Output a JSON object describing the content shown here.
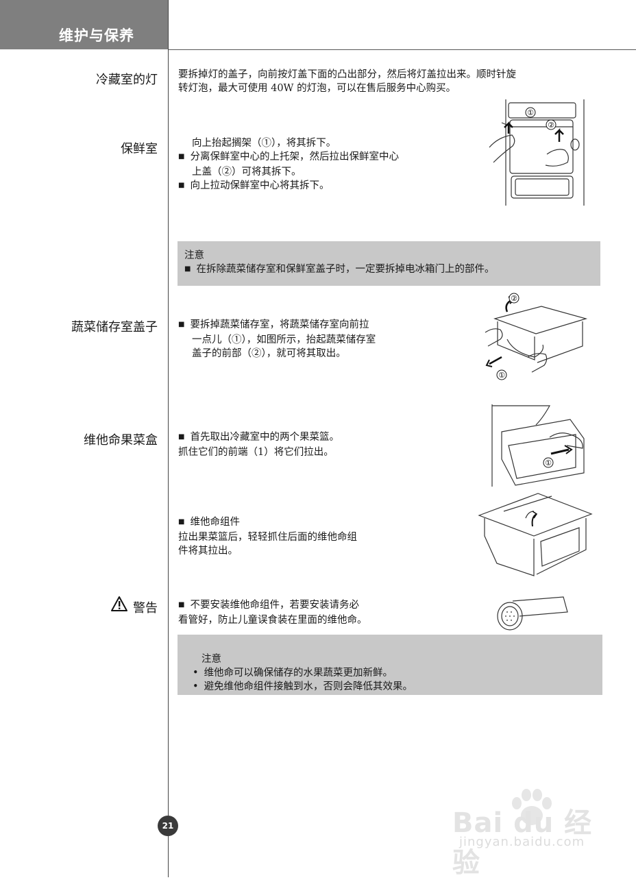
{
  "header": {
    "title": "维护与保养"
  },
  "sections": {
    "lamp": {
      "label": "冷藏室的灯",
      "lines": [
        "要拆掉灯的盖子，向前按灯盖下面的凸出部分，然后将灯盖拉出来。顺时针旋",
        "转灯泡，最大可使用 40W 的灯泡，可以在售后服务中心购买。"
      ]
    },
    "fresh": {
      "label": "保鲜室",
      "lines": [
        "向上抬起搁架（①），将其拆下。",
        "分离保鲜室中心的上托架，然后拉出保鲜室中心",
        "上盖（②）可将其拆下。",
        "向上拉动保鲜室中心将其拆下。"
      ],
      "callouts": [
        "①",
        "②"
      ]
    },
    "note1": {
      "title": "注意",
      "items": [
        "在拆除蔬菜储存室和保鲜室盖子时，一定要拆掉电冰箱门上的部件。"
      ]
    },
    "veg": {
      "label": "蔬菜储存室盖子",
      "lines": [
        "要拆掉蔬菜储存室，将蔬菜储存室向前拉",
        "一点儿（①），如图所示，抬起蔬菜储存室",
        "盖子的前部（②），就可将其取出。"
      ],
      "callouts": [
        "②",
        "①"
      ]
    },
    "vitamin": {
      "label": "维他命果菜盒",
      "lines": [
        "首先取出冷藏室中的两个果菜篮。",
        "抓住它们的前端（1）将它们拉出。"
      ],
      "callouts": [
        "①"
      ],
      "lines2": [
        "维他命组件",
        "拉出果菜篮后，轻轻抓住后面的维他命组",
        "件将其拉出。"
      ]
    },
    "warning": {
      "label": "警告",
      "lines": [
        "不要安装维他命组件，若要安装请务必",
        "看管好，防止儿童误食装在里面的维他命。"
      ]
    },
    "note2": {
      "title": "注意",
      "items": [
        "维他命可以确保储存的水果蔬菜更加新鲜。",
        "避免维他命组件接触到水，否则会降低其效果。"
      ]
    }
  },
  "page_number": "21",
  "watermark": {
    "brand": "Bai du 经验",
    "url": "jingyan.baidu.com"
  },
  "colors": {
    "header_bg": "#7f7f7f",
    "note_bg": "#c8c8c8",
    "page_num_bg": "#3a3a3a"
  }
}
